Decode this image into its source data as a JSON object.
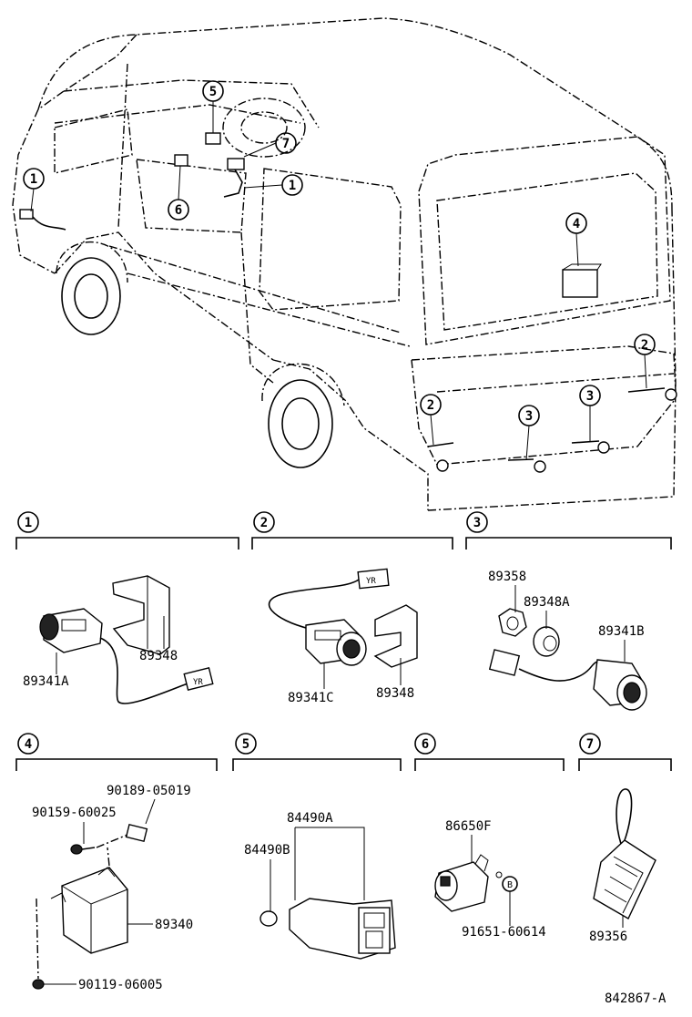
{
  "callouts": {
    "c1": "1",
    "c2": "2",
    "c3": "3",
    "c4": "4",
    "c5": "5",
    "c6": "6",
    "c7": "7"
  },
  "sections": {
    "s1": {
      "number": "1",
      "parts": {
        "bracket": "89348",
        "sensor": "89341A"
      }
    },
    "s2": {
      "number": "2",
      "parts": {
        "sensor": "89341C",
        "bracket": "89348"
      }
    },
    "s3": {
      "number": "3",
      "parts": {
        "nut": "89358",
        "collar": "89348A",
        "sensor": "89341B"
      }
    },
    "s4": {
      "number": "4",
      "parts": {
        "nut": "90189-05019",
        "bolt1": "90159-60025",
        "ecu": "89340",
        "bolt2": "90119-06005"
      }
    },
    "s5": {
      "number": "5",
      "parts": {
        "switch": "84490A",
        "knob": "84490B"
      }
    },
    "s6": {
      "number": "6",
      "parts": {
        "buzzer": "86650F",
        "bolt": "91651-60614",
        "bolt_marker": "B"
      }
    },
    "s7": {
      "number": "7",
      "parts": {
        "label": "89356"
      }
    }
  },
  "connector_label": "YR",
  "diagram_id": "842867-A"
}
